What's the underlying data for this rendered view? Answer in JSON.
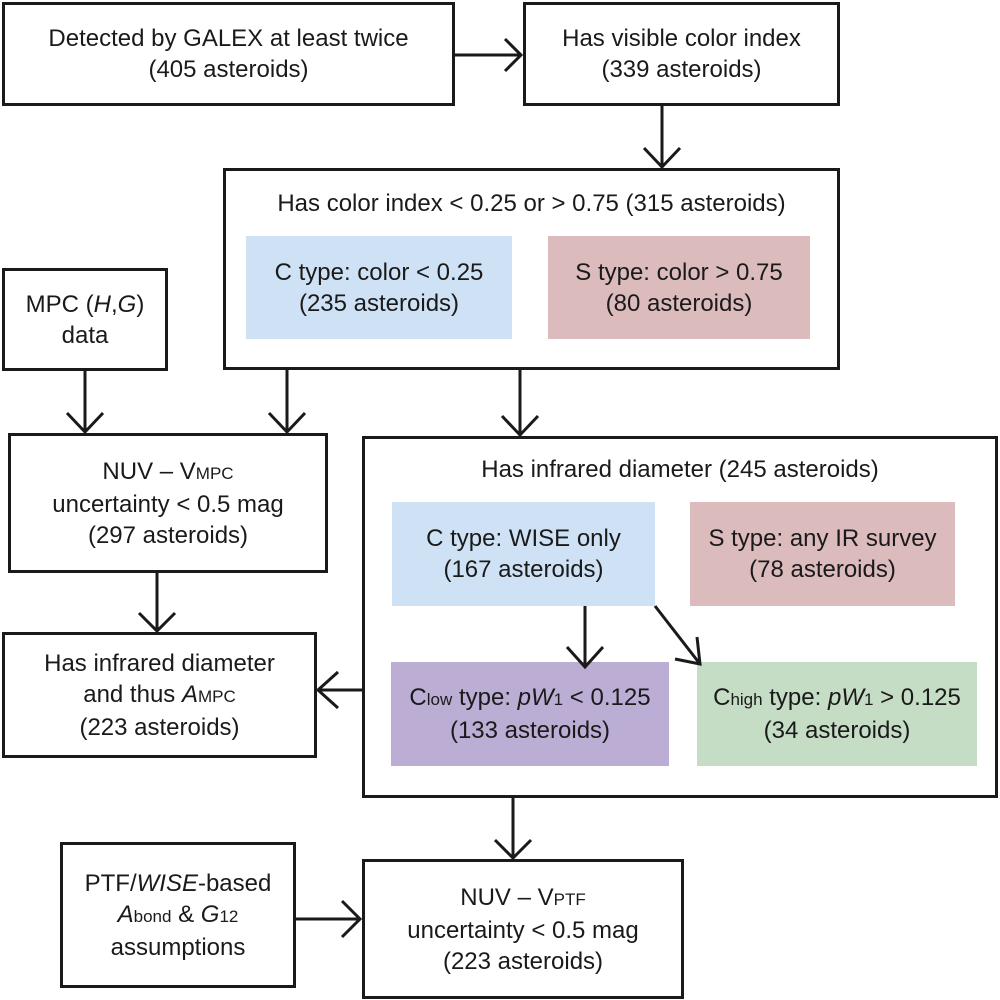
{
  "nodes": {
    "galex": {
      "line1": "Detected by GALEX at least twice",
      "line2": "(405 asteroids)"
    },
    "visible_color": {
      "line1": "Has visible color index",
      "line2": "(339 asteroids)"
    },
    "color_index": {
      "title": "Has color index < 0.25 or > 0.75  (315 asteroids)",
      "c_type": {
        "line1": "C type: color < 0.25",
        "line2": "(235 asteroids)"
      },
      "s_type": {
        "line1": "S type: color > 0.75",
        "line2": "(80 asteroids)"
      }
    },
    "mpc": {
      "line1_pre": "MPC (",
      "H": "H",
      "comma": ",",
      "G": "G",
      "line1_post": ")",
      "line2": "data"
    },
    "nuv_mpc": {
      "nuv": "NUV – V",
      "sub": "MPC",
      "line2": "uncertainty < 0.5 mag",
      "line3": "(297 asteroids)"
    },
    "ir_mpc": {
      "line1": "Has infrared diameter",
      "line2_pre": "and thus ",
      "A": "A",
      "sub": "MPC",
      "line3": "(223 asteroids)"
    },
    "ir_diameter": {
      "title": "Has infrared diameter (245 asteroids)",
      "c_wise": {
        "line1": "C type: WISE only",
        "line2": "(167 asteroids)"
      },
      "s_ir": {
        "line1": "S type: any IR survey",
        "line2": "(78 asteroids)"
      },
      "c_low": {
        "C": "C",
        "sub": "low",
        "mid": " type: ",
        "pw": "p",
        "W": "W",
        "one": "1",
        "cond": " < 0.125",
        "line2": "(133 asteroids)"
      },
      "c_high": {
        "C": "C",
        "sub": "high",
        "mid": " type: ",
        "pw": "p",
        "W": "W",
        "one": "1",
        "cond": " > 0.125",
        "line2": "(34 asteroids)"
      }
    },
    "ptf_wise": {
      "line1_pre": "PTF/",
      "wise": "WISE",
      "line1_post": "-based",
      "A": "A",
      "bond": "bond",
      "amp": " & ",
      "G": "G",
      "twelve": "12",
      "line3": "assumptions"
    },
    "nuv_ptf": {
      "nuv": "NUV – V",
      "sub": "PTF",
      "line2": "uncertainty < 0.5 mag",
      "line3": "(223 asteroids)"
    }
  },
  "colors": {
    "c_type_fill": "#cfe2f5",
    "s_type_fill": "#dcbbbd",
    "c_low_fill": "#bcadd4",
    "c_high_fill": "#c5dcc5",
    "stroke": "#1a1a1a"
  }
}
